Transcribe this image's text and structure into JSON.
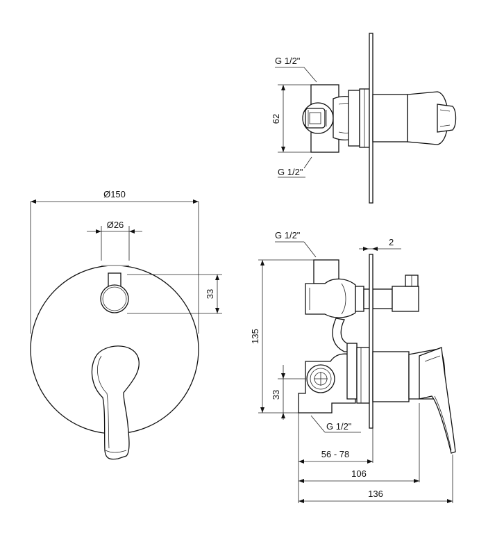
{
  "front_view": {
    "diameter": "Ø150",
    "knob_diameter": "Ø26",
    "knob_offset": "33"
  },
  "top_view": {
    "thread_top": "G 1/2\"",
    "thread_bottom": "G 1/2\"",
    "height": "62"
  },
  "side_view": {
    "thread_top": "G 1/2\"",
    "thread_bottom": "G 1/2\"",
    "plate": "2",
    "height": "135",
    "outlet_offset": "33",
    "depth_range": "56 - 78",
    "depth_body": "106",
    "depth_total": "136"
  }
}
